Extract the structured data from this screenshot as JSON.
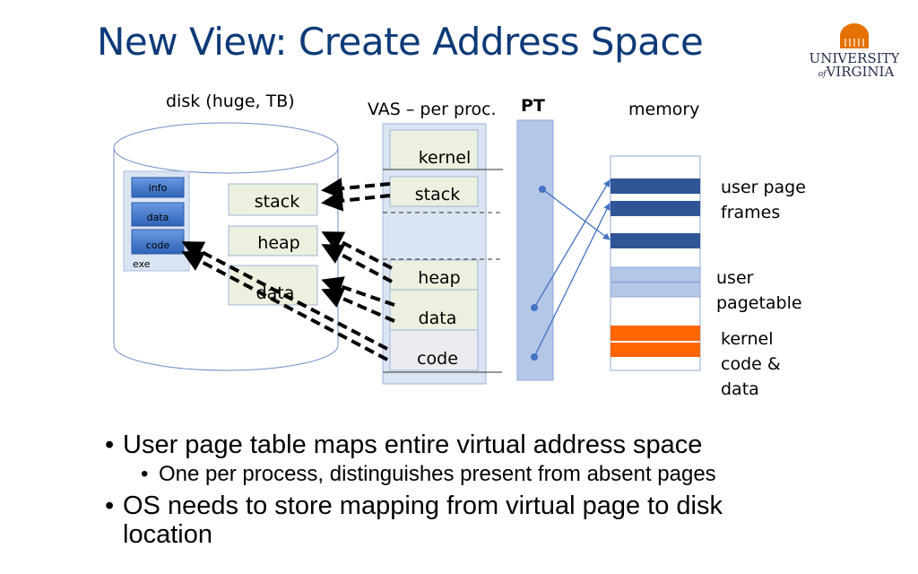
{
  "title": "New View: Create Address Space",
  "logo": {
    "line1": "UNIVERSITY",
    "line2": "of VIRGINIA"
  },
  "colors": {
    "title": "#0e3a78",
    "page_frame": "#2f5597",
    "pagetable": "#b4c7e7",
    "kernel": "#ff6600",
    "segment": "#ebf1de"
  },
  "disk": {
    "label": "disk (huge, TB)",
    "exe": {
      "label": "exe",
      "sections": [
        "info",
        "data",
        "code"
      ]
    },
    "segments": [
      "stack",
      "heap",
      "data"
    ]
  },
  "vas": {
    "label": "VAS – per proc.",
    "segments": [
      "kernel",
      "stack",
      "heap",
      "data",
      "code"
    ]
  },
  "pt": {
    "label": "PT"
  },
  "memory": {
    "label": "memory",
    "annotations": {
      "user_frames": [
        "user page",
        "frames"
      ],
      "user_pagetable": [
        "user",
        "pagetable"
      ],
      "kernel": [
        "kernel",
        "code &",
        "data"
      ]
    }
  },
  "bullets": [
    {
      "text": "User page table maps entire virtual address space",
      "sub": [
        "One per process, distinguishes present from absent pages"
      ]
    },
    {
      "text": "OS needs to store mapping from virtual page to disk location",
      "sub": []
    }
  ]
}
